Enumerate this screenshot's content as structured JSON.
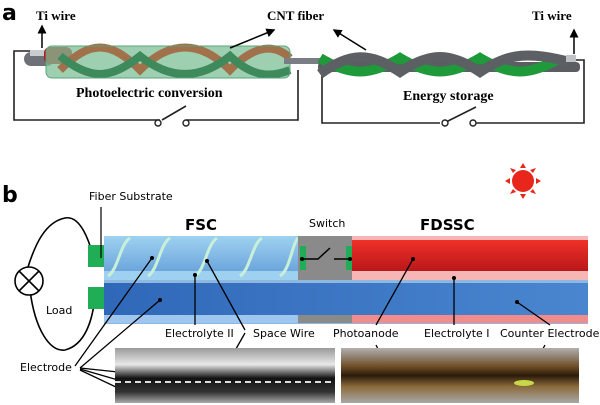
{
  "panel_a": {
    "label": "a",
    "ti_wire_left": "Ti wire",
    "ti_wire_right": "Ti wire",
    "cnt_fiber": "CNT fiber",
    "photoelectric": "Photoelectric conversion",
    "energy_storage": "Energy storage"
  },
  "panel_b": {
    "label": "b",
    "fiber_substrate": "Fiber Substrate",
    "fsc": "FSC",
    "switch": "Switch",
    "fdssc": "FDSSC",
    "load": "Load",
    "electrode": "Electrode",
    "electrolyte_ii": "Electrolyte II",
    "space_wire": "Space Wire",
    "photoanode": "Photoanode",
    "electrolyte_i": "Electrolyte I",
    "counter_electrode": "Counter Electrode"
  },
  "colors": {
    "sun": "#e8261c",
    "fdssc_red": "#e02a22",
    "fsc_blue": "#4a86d0",
    "green_contact": "#1fae55"
  }
}
